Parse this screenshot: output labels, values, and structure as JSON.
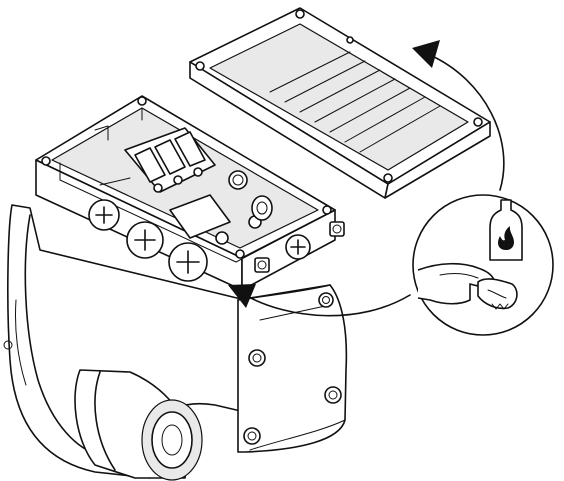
{
  "figure": {
    "components": [
      "actuator-housing",
      "terminal-box",
      "terminal-box-lid",
      "cable-glands",
      "terminal-strip",
      "cleaning-inset"
    ],
    "arrows": [
      "lid-removal-arrow",
      "cleaning-to-box-arrow"
    ],
    "icons": {
      "solvent_bottle": "flammable-solvent-bottle-icon",
      "flame": "flame-icon",
      "cloth_hand": "hand-wiping-cloth-icon"
    },
    "colors": {
      "line": "#111111",
      "background": "#ffffff",
      "shade": "#e9e9e9"
    }
  }
}
